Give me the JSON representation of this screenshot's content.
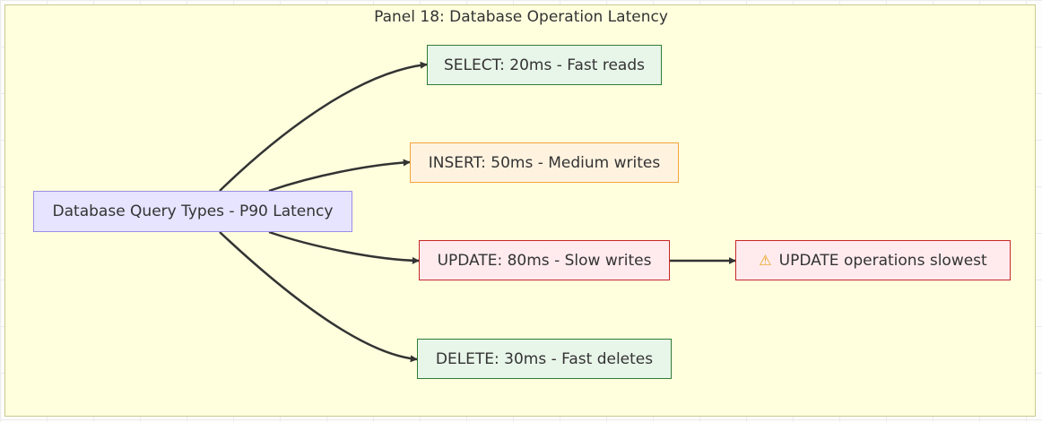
{
  "panel": {
    "title": "Panel 18: Database Operation Latency"
  },
  "nodes": {
    "source": "Database Query Types - P90 Latency",
    "select": "SELECT: 20ms - Fast reads",
    "insert": "INSERT: 50ms - Medium writes",
    "update": "UPDATE: 80ms - Slow writes",
    "delete": "DELETE: 30ms - Fast deletes",
    "warning": "UPDATE operations slowest"
  },
  "colors": {
    "panel_bg": "#ffffde",
    "source_fill": "#e6e4ff",
    "fast_fill": "#e8f5e9",
    "fast_border": "#2e7d32",
    "medium_fill": "#fff3e0",
    "medium_border": "#f5a33a",
    "slow_fill": "#ffebee",
    "slow_border": "#c62828",
    "edge": "#333333"
  },
  "icons": {
    "warning": "warning-icon"
  }
}
